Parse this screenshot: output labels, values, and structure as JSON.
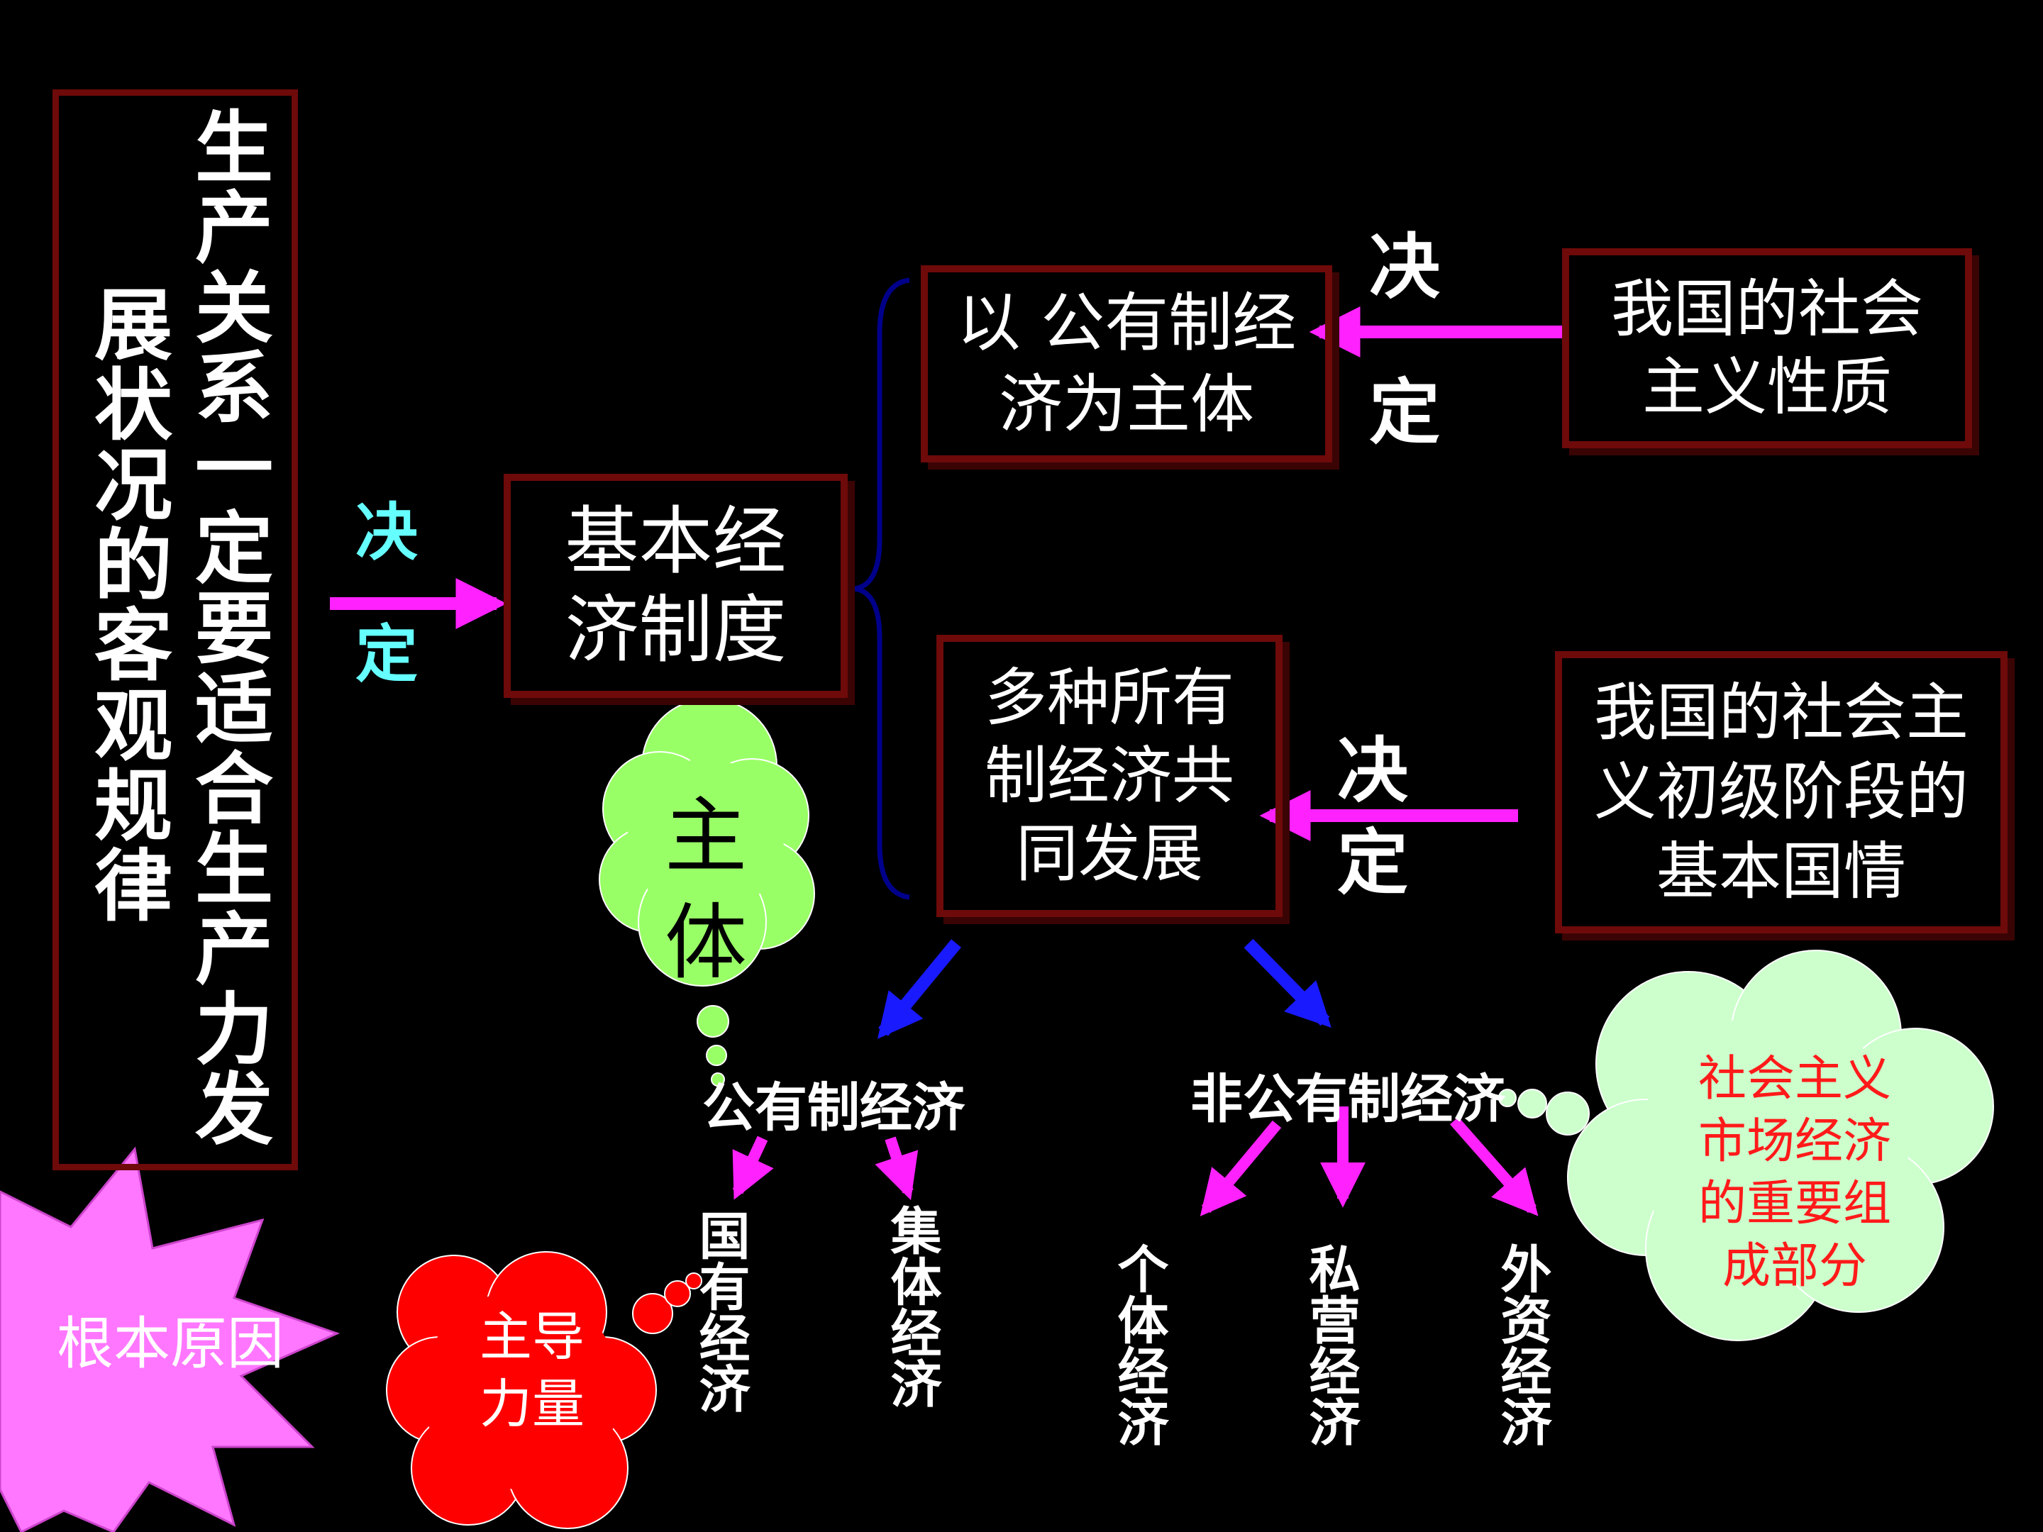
{
  "colors": {
    "background": "#000000",
    "box_border": "#6e0a0a",
    "magenta_arrow": "#ff22ff",
    "blue_arrow": "#1a1aff",
    "cyan_label": "#66ffff",
    "green_cloud": "#99ff66",
    "red_cloud": "#ff0000",
    "pale_cloud": "#ccffcc",
    "cloud_red_text": "#ff1a1a",
    "starburst": "#ff77ff",
    "brace": "#00008b"
  },
  "left_box": {
    "col_right": "生产关系一定要适合生产力发",
    "col_left": "展状况的客观规律"
  },
  "decide_left": {
    "line1": "决",
    "line2": "定"
  },
  "basic_system": "基本经\n济制度",
  "public_main": "以 公有制经\n济为主体",
  "multiple_forms": "多种所有\n制经济共\n同发展",
  "nature": "我国的社会\n主义性质",
  "stage": "我国的社会主\n义初级阶段的\n基本国情",
  "decide_top": {
    "line1": "决",
    "line2": "定"
  },
  "decide_mid": {
    "line1": "决",
    "line2": "定"
  },
  "public_economy": "公有制经济",
  "nonpublic_economy": "非公有制经济",
  "state_economy": "国有经济",
  "collective_economy": "集体经济",
  "individual_economy": "个体经济",
  "private_economy": "私营经济",
  "foreign_economy": "外资经济",
  "cloud_main": "主\n体",
  "cloud_leading": "主导\n力量",
  "cloud_market": "社会主义\n市场经济\n的重要组\n成部分",
  "starburst": "根本原因",
  "icons": [
    "arrow-right-icon",
    "arrow-left-icon",
    "arrow-down-icon",
    "brace-icon",
    "thought-cloud-icon",
    "starburst-icon"
  ]
}
